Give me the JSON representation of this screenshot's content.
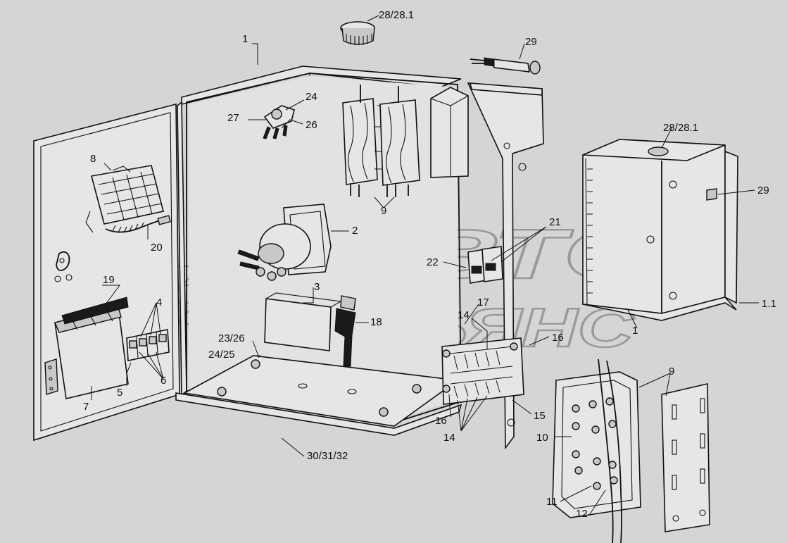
{
  "callouts": [
    {
      "key": "c1",
      "text": "1"
    },
    {
      "key": "c28a",
      "text": "28/28.1"
    },
    {
      "key": "c29a",
      "text": "29"
    },
    {
      "key": "c24",
      "text": "24"
    },
    {
      "key": "c27",
      "text": "27"
    },
    {
      "key": "c26",
      "text": "26"
    },
    {
      "key": "c8",
      "text": "8"
    },
    {
      "key": "c9a",
      "text": "9"
    },
    {
      "key": "c2",
      "text": "2"
    },
    {
      "key": "c20",
      "text": "20"
    },
    {
      "key": "c19",
      "text": "19"
    },
    {
      "key": "c4",
      "text": "4"
    },
    {
      "key": "c3",
      "text": "3"
    },
    {
      "key": "c22",
      "text": "22"
    },
    {
      "key": "c21",
      "text": "21"
    },
    {
      "key": "c17",
      "text": "17"
    },
    {
      "key": "c18",
      "text": "18"
    },
    {
      "key": "c14a",
      "text": "14"
    },
    {
      "key": "c16a",
      "text": "16"
    },
    {
      "key": "c23_26",
      "text": "23/26"
    },
    {
      "key": "c24_25",
      "text": "24/25"
    },
    {
      "key": "c5",
      "text": "5"
    },
    {
      "key": "c6",
      "text": "6"
    },
    {
      "key": "c7",
      "text": "7"
    },
    {
      "key": "c16b",
      "text": "16"
    },
    {
      "key": "c15",
      "text": "15"
    },
    {
      "key": "c14b",
      "text": "14"
    },
    {
      "key": "c30",
      "text": "30/31/32"
    },
    {
      "key": "c28b",
      "text": "28/28.1"
    },
    {
      "key": "c29b",
      "text": "29"
    },
    {
      "key": "c1_1",
      "text": "1.1"
    },
    {
      "key": "c1b",
      "text": "1"
    },
    {
      "key": "c9b",
      "text": "9"
    },
    {
      "key": "c10",
      "text": "10"
    },
    {
      "key": "c11",
      "text": "11"
    },
    {
      "key": "c12",
      "text": "12"
    }
  ],
  "watermark": {
    "line1": "АВТО",
    "line2": "АЛЬЯНС"
  }
}
